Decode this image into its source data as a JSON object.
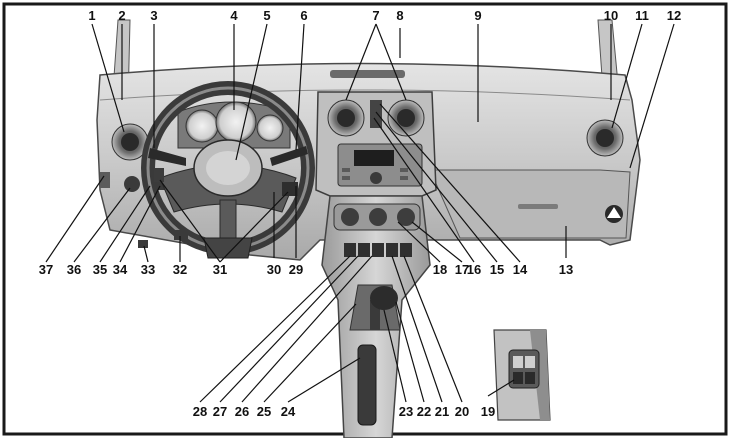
{
  "callouts": [
    "1",
    "2",
    "3",
    "4",
    "5",
    "6",
    "7",
    "8",
    "9",
    "10",
    "11",
    "12",
    "13",
    "14",
    "15",
    "16",
    "17",
    "18",
    "19",
    "20",
    "21",
    "22",
    "23",
    "24",
    "25",
    "26",
    "27",
    "28",
    "29",
    "30",
    "31",
    "32",
    "33",
    "34",
    "35",
    "36",
    "37"
  ],
  "colors": {
    "frame": "#1a1a1a",
    "dash_light": "#dcdcdc",
    "dash_mid": "#b3b3b3",
    "dash_dark": "#6e6e6e",
    "leader": "#111111"
  }
}
